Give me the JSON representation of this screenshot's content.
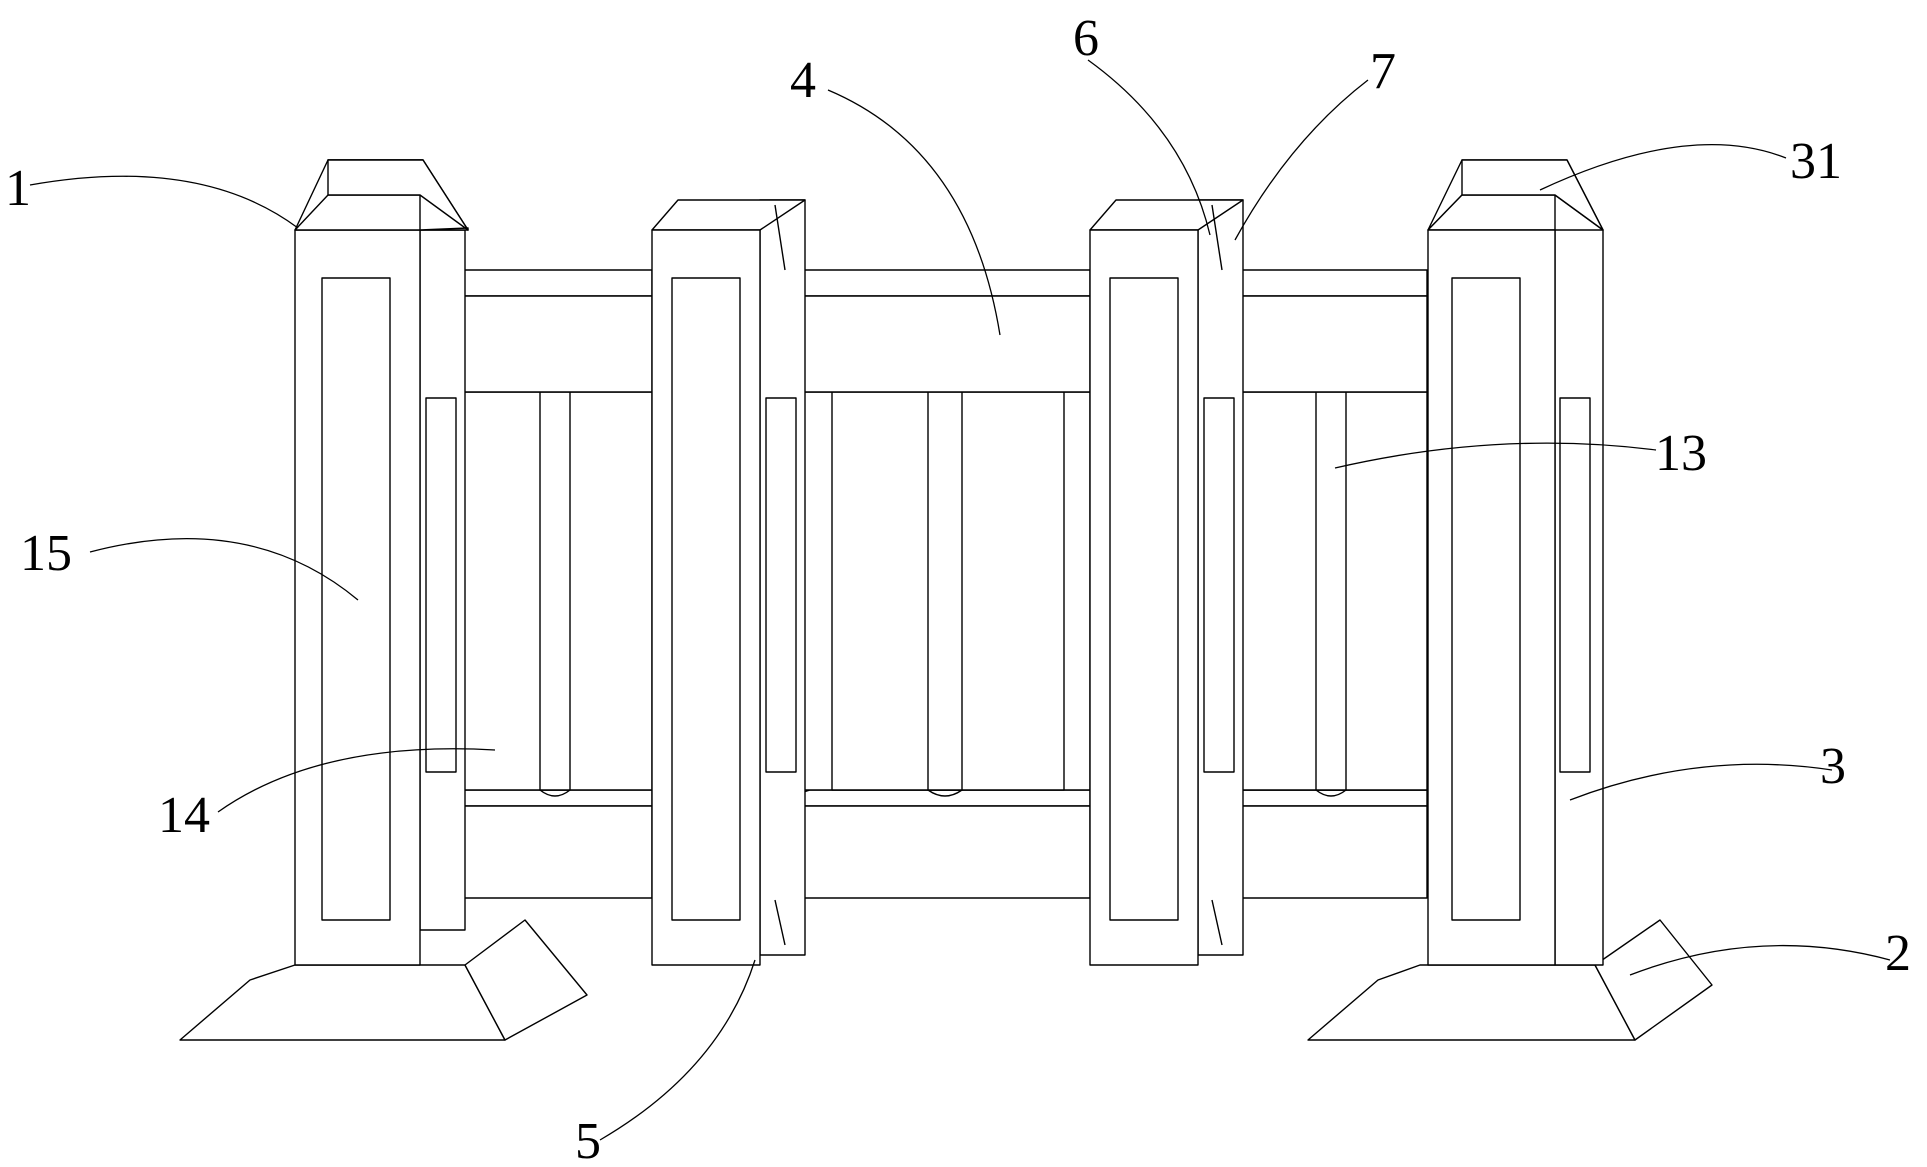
{
  "labels": {
    "l1": "1",
    "l2": "2",
    "l3": "3",
    "l4": "4",
    "l5": "5",
    "l6": "6",
    "l7": "7",
    "l13": "13",
    "l14": "14",
    "l15": "15",
    "l31": "31"
  }
}
